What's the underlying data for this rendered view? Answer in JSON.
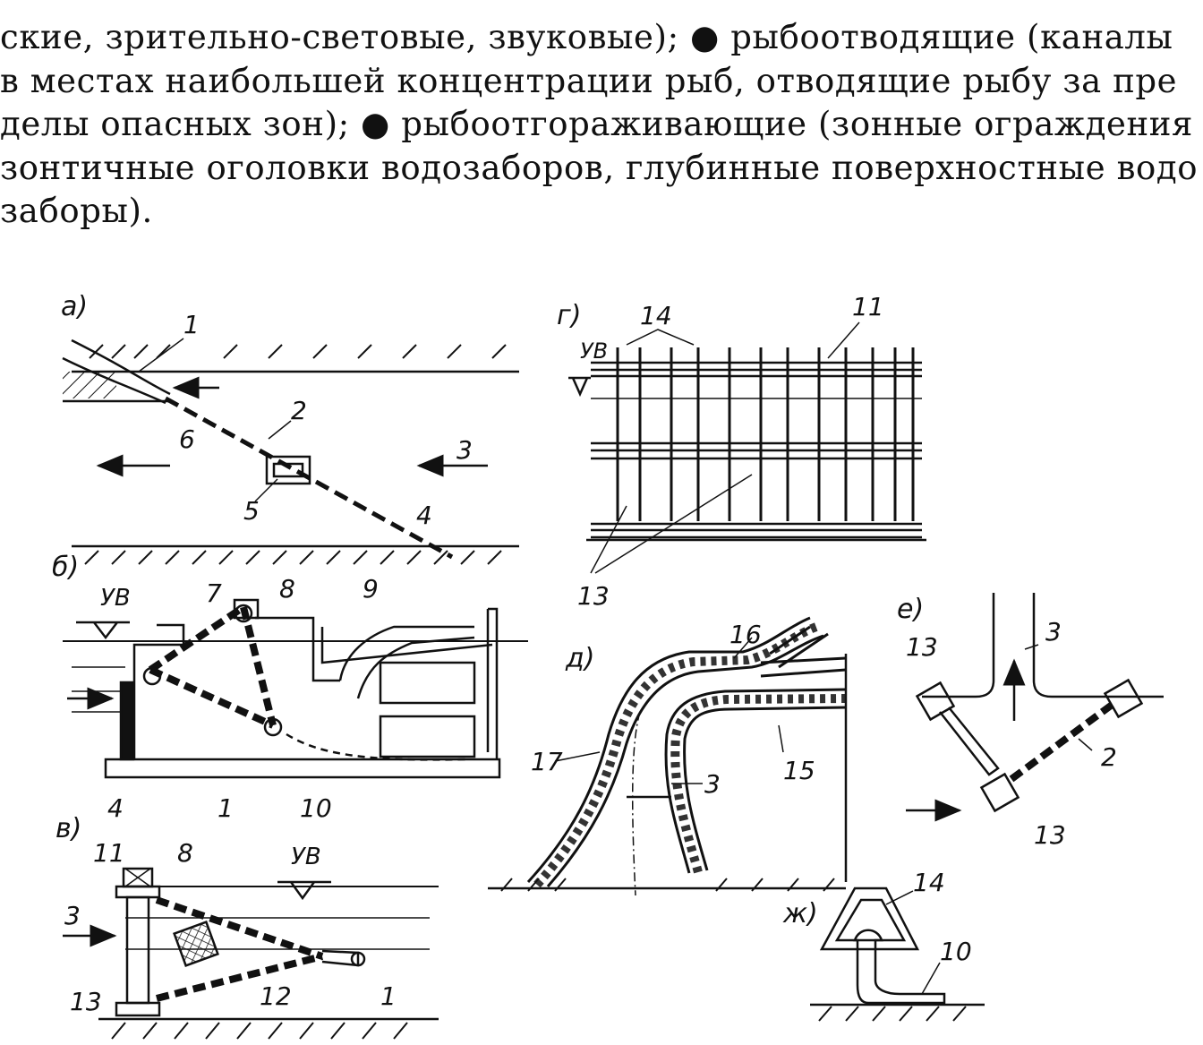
{
  "text": {
    "lines": [
      "ские, зрительно-световые, звуковые); ● рыбоотводящие (каналы",
      "в местах наибольшей концентрации рыб, отводящие рыбу за пре",
      "делы опасных зон); ● рыбоотгораживающие (зонные ограждения",
      "зонтичные оголовки водозаборов, глубинные поверхностные водо",
      "заборы)."
    ]
  },
  "figure": {
    "panels": {
      "a": "а)",
      "b": "б)",
      "v": "в)",
      "g": "г)",
      "d": "д)",
      "e": "е)",
      "zh": "ж)"
    },
    "water_level": "УВ",
    "labels": {
      "a": [
        "1",
        "2",
        "3",
        "4",
        "5",
        "6"
      ],
      "b": [
        "7",
        "8",
        "9",
        "4",
        "1",
        "10"
      ],
      "v": [
        "11",
        "8",
        "3",
        "13",
        "12",
        "1"
      ],
      "g": [
        "14",
        "11",
        "13"
      ],
      "d": [
        "16",
        "17",
        "3",
        "15"
      ],
      "e": [
        "13",
        "3",
        "2",
        "13"
      ],
      "zh": [
        "14",
        "10"
      ]
    }
  }
}
